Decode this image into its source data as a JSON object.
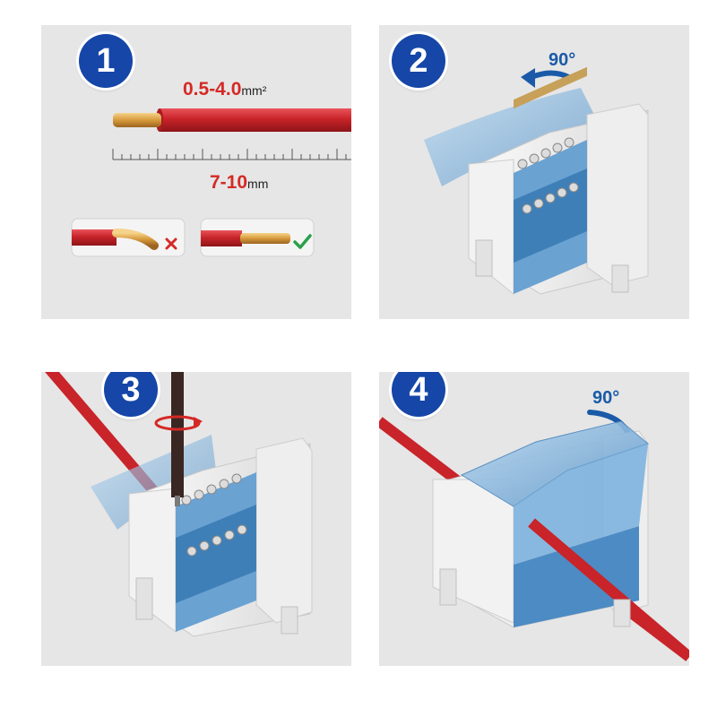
{
  "steps": [
    {
      "number": "1"
    },
    {
      "number": "2",
      "rotation_label": "90°"
    },
    {
      "number": "3"
    },
    {
      "number": "4",
      "rotation_label": "90°"
    }
  ],
  "wire_spec": {
    "cross_section_value": "0.5-4.0",
    "cross_section_unit": "mm²",
    "strip_length_value": "7-10",
    "strip_length_unit": "mm"
  },
  "strip_examples": [
    {
      "result": "incorrect",
      "icon": "red-cross-icon"
    },
    {
      "result": "correct",
      "icon": "green-check-icon"
    }
  ],
  "colors": {
    "badge_blue": "#1546a8",
    "wire_red": "#c8242a",
    "spec_red": "#d42a26",
    "arrow_blue": "#1a5aa8",
    "panel_gray": "#e6e6e6",
    "cover_blue": "#8fbde0"
  }
}
